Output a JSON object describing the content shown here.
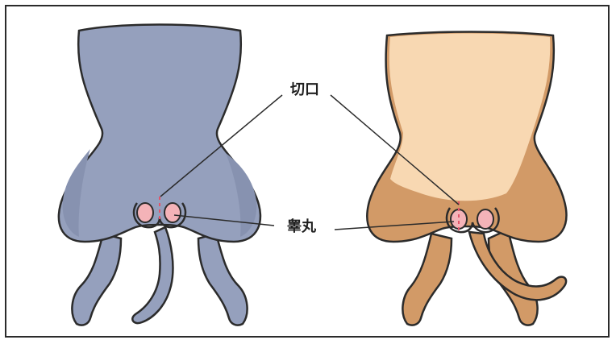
{
  "labels": {
    "incision": "切口",
    "testicle": "睾丸"
  },
  "colors": {
    "gray_cat_fill": "#95a0bd",
    "gray_cat_shadow": "#8792b0",
    "orange_cat_base": "#d29a67",
    "orange_cat_light": "#f8d8b2",
    "testicle_fill": "#f4b3b8",
    "incision_mark": "#e2546a",
    "outline": "#2b2b2b"
  },
  "icons": {
    "gray_cat": "gray-cat-hindquarters-illustration",
    "orange_cat": "orange-cat-hindquarters-illustration"
  }
}
